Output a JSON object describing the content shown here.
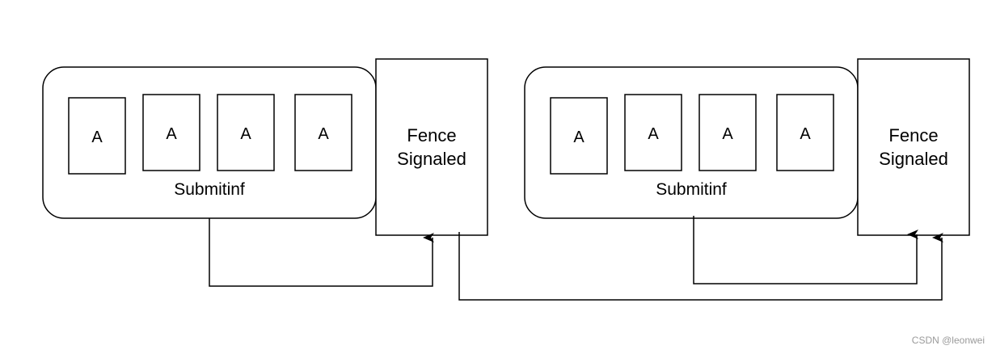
{
  "diagram": {
    "groups": [
      {
        "submit_label": "Submitinf",
        "items": [
          "A",
          "A",
          "A",
          "A"
        ],
        "fence_line1": "Fence",
        "fence_line2": "Signaled"
      },
      {
        "submit_label": "Submitinf",
        "items": [
          "A",
          "A",
          "A",
          "A"
        ],
        "fence_line1": "Fence",
        "fence_line2": "Signaled"
      }
    ]
  },
  "watermark": "CSDN @leonwei"
}
